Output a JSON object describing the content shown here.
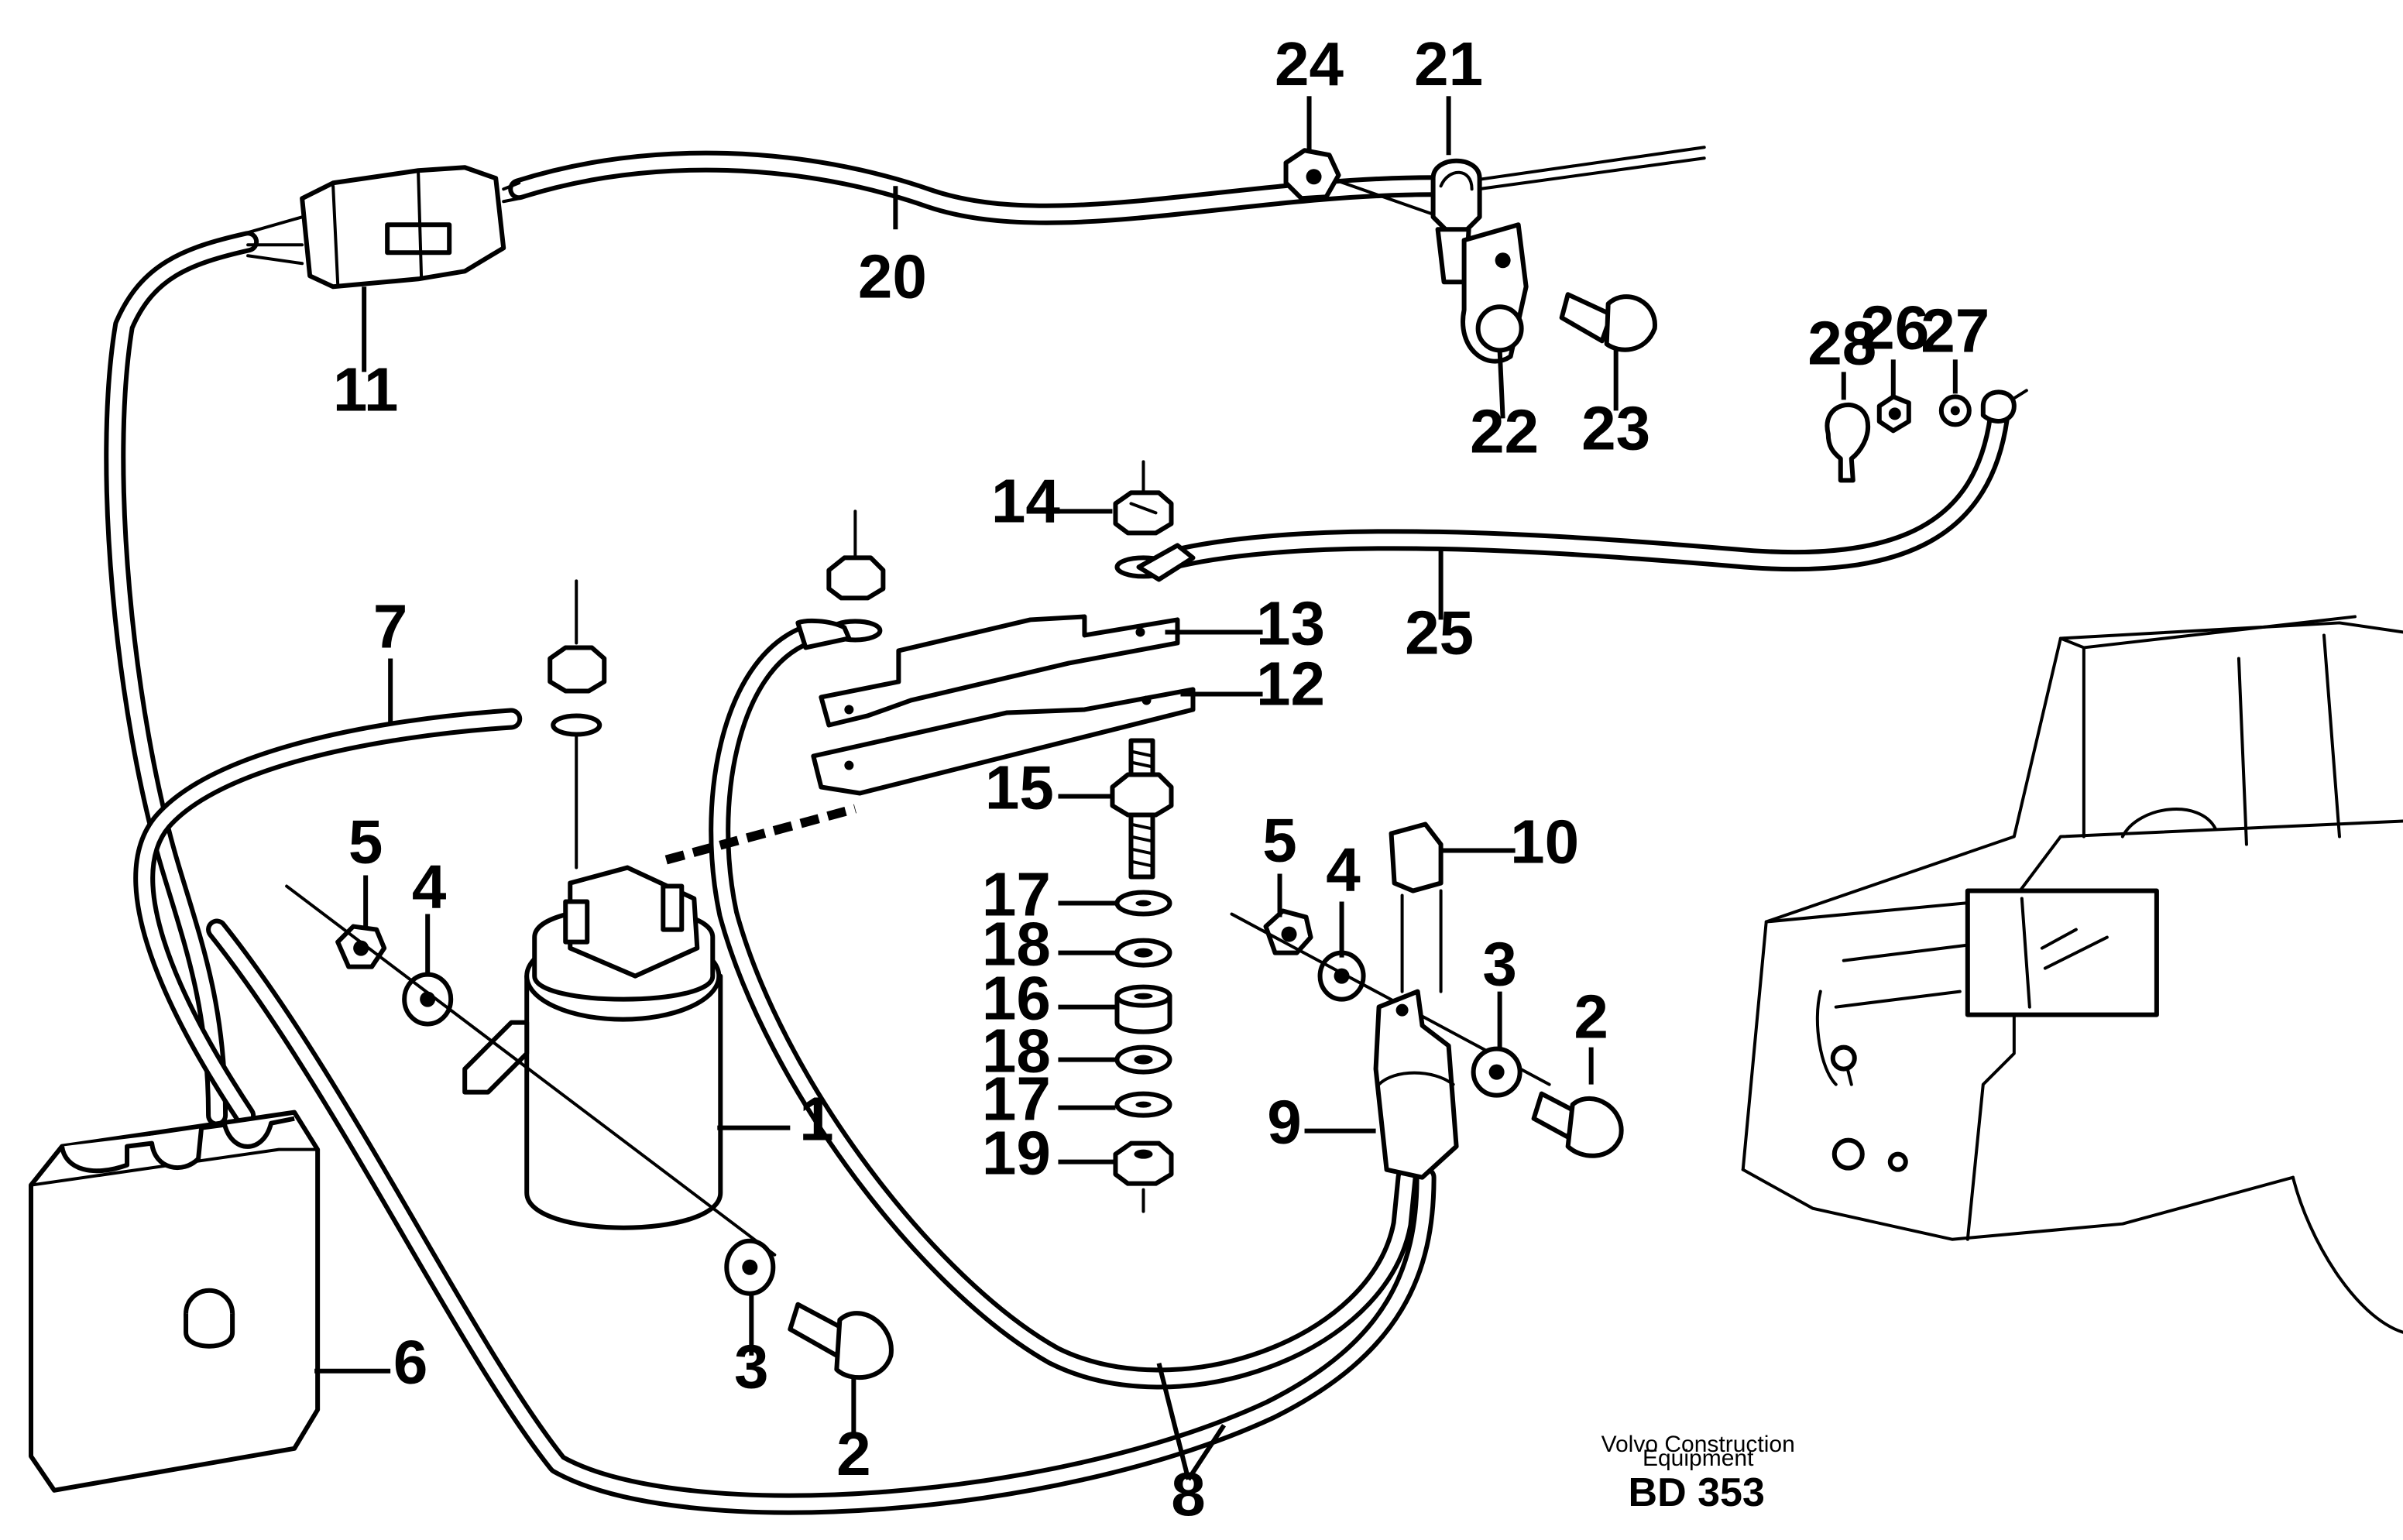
{
  "callouts": {
    "c1": "1",
    "c2a": "2",
    "c2b": "2",
    "c3a": "3",
    "c3b": "3",
    "c4a": "4",
    "c4b": "4",
    "c5a": "5",
    "c5b": "5",
    "c6": "6",
    "c7": "7",
    "c8": "8",
    "c9": "9",
    "c10": "10",
    "c11": "11",
    "c12": "12",
    "c13": "13",
    "c14": "14",
    "c15": "15",
    "c16": "16",
    "c17a": "17",
    "c17b": "17",
    "c18a": "18",
    "c18b": "18",
    "c19": "19",
    "c20": "20",
    "c21": "21",
    "c22": "22",
    "c23": "23",
    "c24": "24",
    "c25": "25",
    "c26": "26",
    "c27": "27",
    "c28": "28"
  },
  "footer": {
    "caption_line1": "Volvo Construction",
    "caption_line2": "Equipment",
    "drawing_code": "BD 353"
  }
}
